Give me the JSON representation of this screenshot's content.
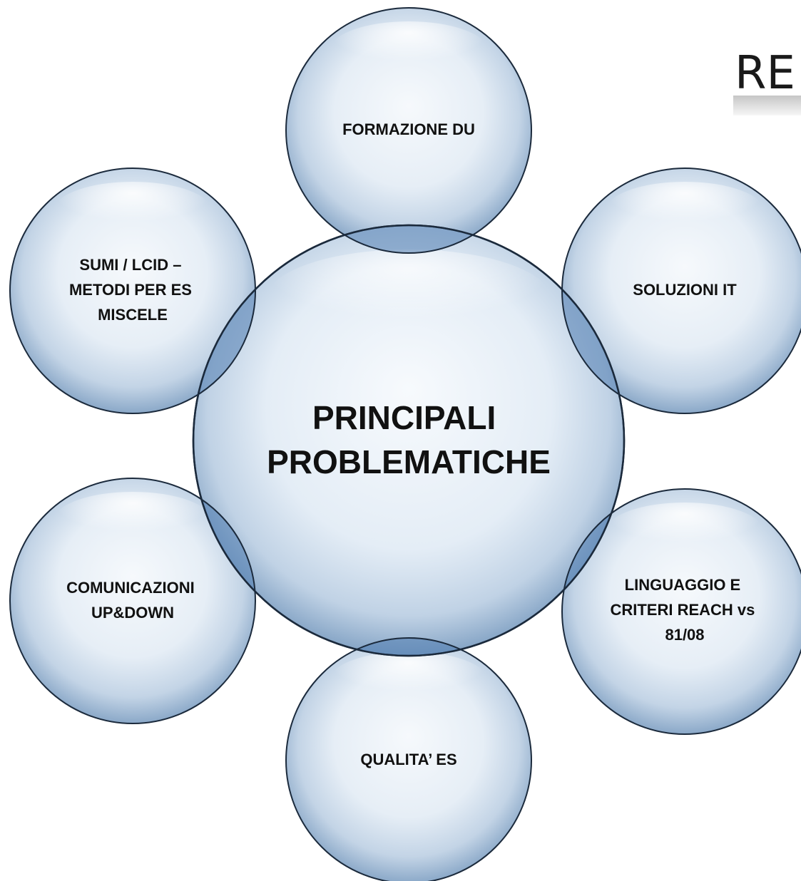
{
  "logo": {
    "text": "RE"
  },
  "center": {
    "lines": [
      "PRINCIPALI",
      "PROBLEMATICHE"
    ]
  },
  "satellites": [
    {
      "id": "formazione-du",
      "lines": [
        "FORMAZIONE DU"
      ]
    },
    {
      "id": "soluzioni-it",
      "lines": [
        "SOLUZIONI IT"
      ]
    },
    {
      "id": "linguaggio-criteri",
      "lines": [
        "LINGUAGGIO E",
        "CRITERI REACH vs",
        "81/08"
      ]
    },
    {
      "id": "qualita-es",
      "lines": [
        "QUALITA’ ES"
      ]
    },
    {
      "id": "comunicazioni",
      "lines": [
        "COMUNICAZIONI",
        "UP&DOWN"
      ]
    },
    {
      "id": "sumi-lcid",
      "lines": [
        "SUMI / LCID –",
        "METODI PER ES",
        "MISCELE"
      ]
    }
  ],
  "colors": {
    "bubble_edge": "#1b2a3c",
    "bubble_light": "#f4f8fc",
    "bubble_mid": "#cddcea",
    "bubble_dark": "#7f9ec0",
    "overlap": "#4f7bb0",
    "text": "#111111"
  }
}
